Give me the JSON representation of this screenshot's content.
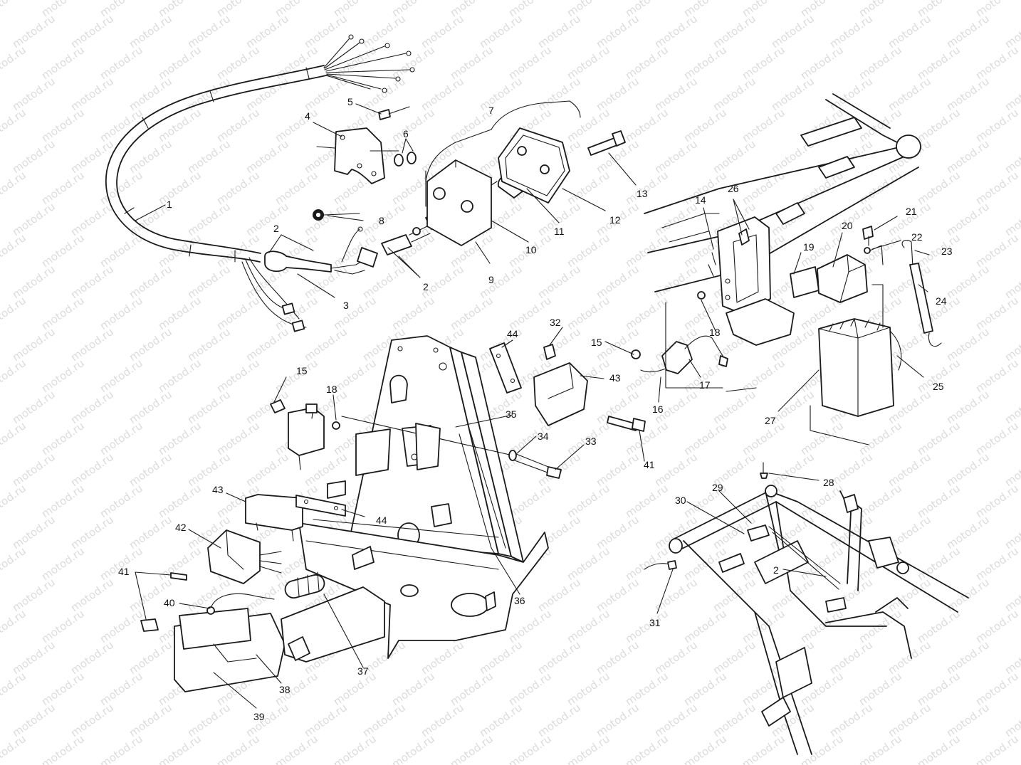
{
  "watermark": "motod.ru",
  "callouts": {
    "c1": "1",
    "c2a": "2",
    "c2b": "2",
    "c2c": "2",
    "c3": "3",
    "c4": "4",
    "c5": "5",
    "c6": "6",
    "c7": "7",
    "c8": "8",
    "c9": "9",
    "c10": "10",
    "c11": "11",
    "c12": "12",
    "c13": "13",
    "c14": "14",
    "c15a": "15",
    "c15b": "15",
    "c16": "16",
    "c17": "17",
    "c18a": "18",
    "c18b": "18",
    "c19": "19",
    "c20": "20",
    "c21": "21",
    "c22": "22",
    "c23": "23",
    "c24": "24",
    "c25": "25",
    "c26": "26",
    "c27": "27",
    "c28": "28",
    "c29": "29",
    "c30": "30",
    "c31": "31",
    "c32": "32",
    "c33": "33",
    "c34": "34",
    "c35": "35",
    "c36": "36",
    "c37": "37",
    "c38": "38",
    "c39": "39",
    "c40": "40",
    "c41a": "41",
    "c41b": "41",
    "c42": "42",
    "c43a": "43",
    "c43b": "43",
    "c44a": "44",
    "c44b": "44"
  }
}
